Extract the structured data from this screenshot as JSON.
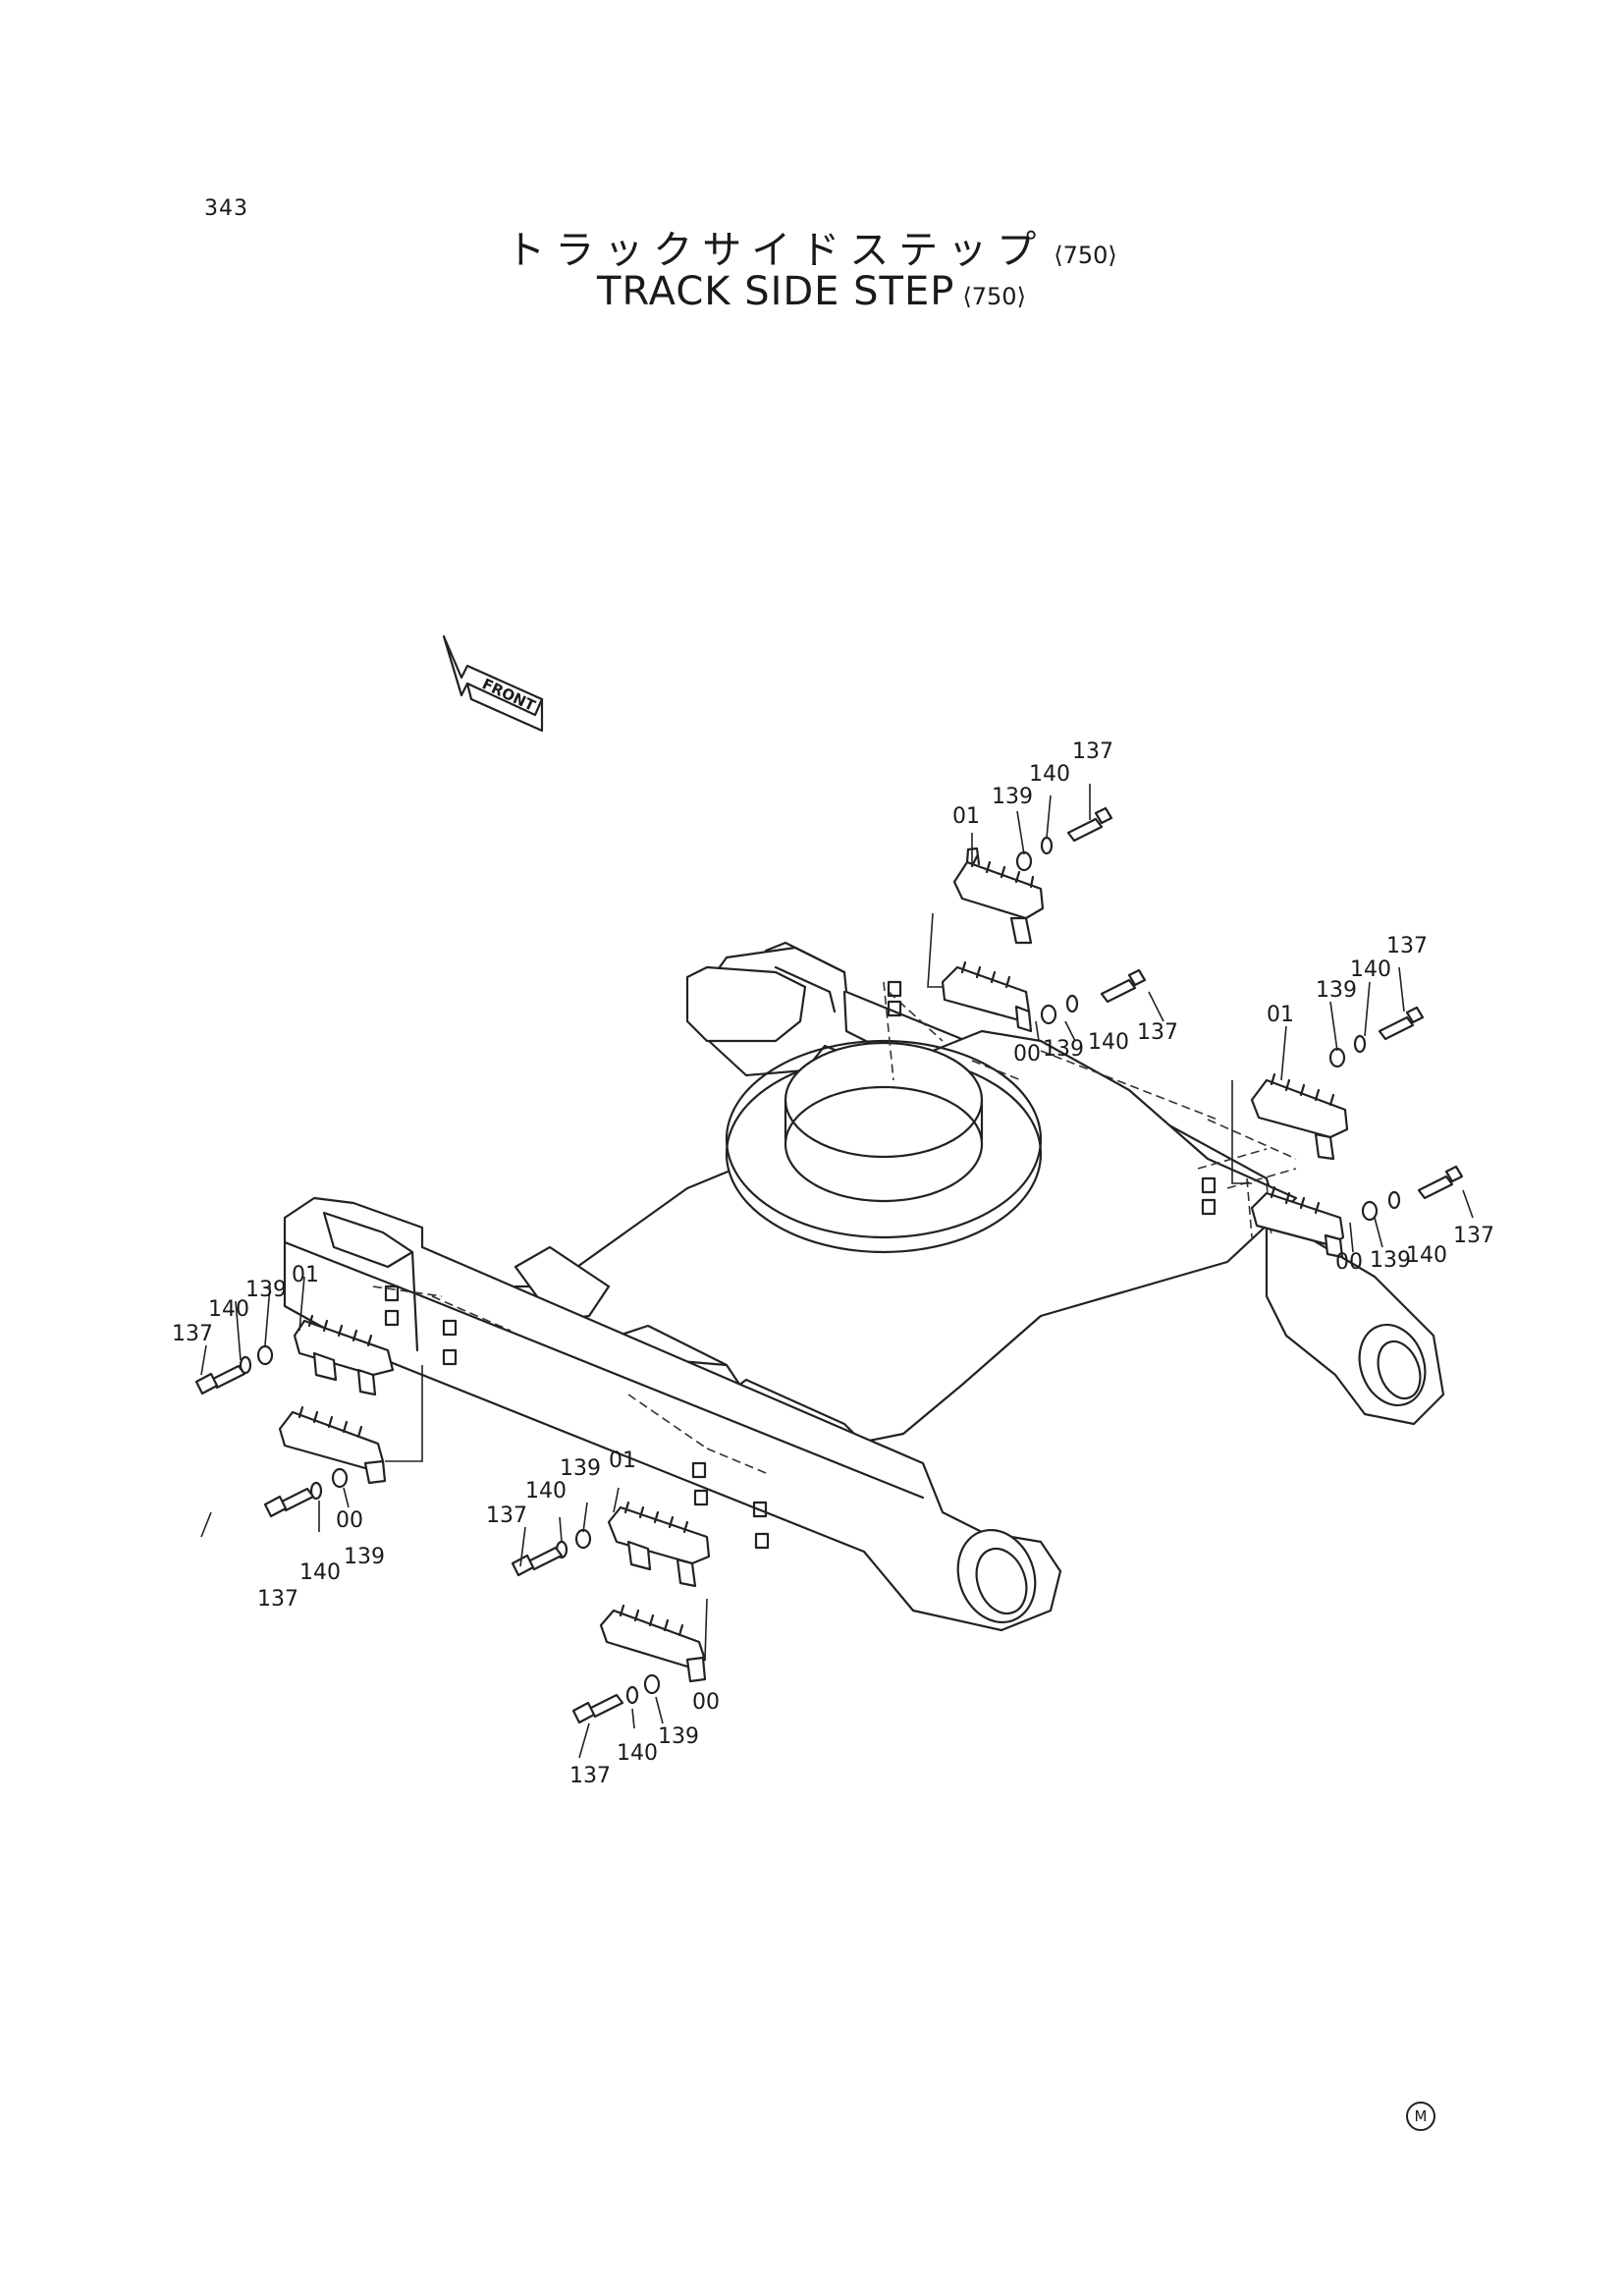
{
  "page_number": "343",
  "title_jp": "トラックサイドステップ",
  "title_jp_suffix": "⟨750⟩",
  "title_en": "TRACK SIDE STEP",
  "title_en_suffix": "⟨750⟩",
  "front_label": "FRONT",
  "corner_mark": "M",
  "callouts": {
    "tr_top": [
      "01",
      "139",
      "140",
      "137"
    ],
    "tr_mid": [
      "00",
      "139",
      "140",
      "137"
    ],
    "r_top": [
      "01",
      "139",
      "140",
      "137"
    ],
    "r_mid": [
      "00",
      "139",
      "140",
      "137"
    ],
    "l_top": [
      "137",
      "140",
      "139",
      "01"
    ],
    "l_bot": [
      "137",
      "140",
      "139",
      "00"
    ],
    "c_top": [
      "137",
      "140",
      "139",
      "01"
    ],
    "c_bot": [
      "137",
      "140",
      "139",
      "00"
    ]
  }
}
